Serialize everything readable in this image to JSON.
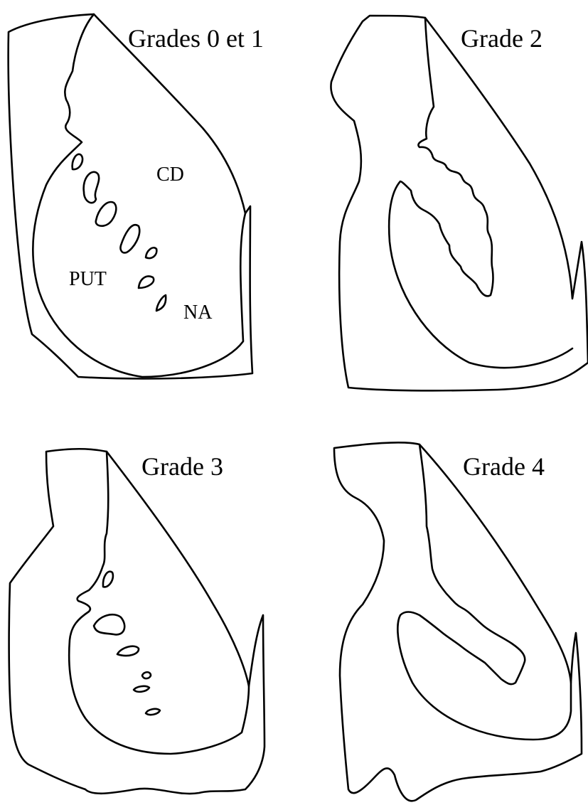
{
  "panels": [
    {
      "title": "Grades 0 et 1",
      "labels": {
        "caudate": "CD",
        "putamen": "PUT",
        "accumbens": "NA"
      }
    },
    {
      "title": "Grade 2"
    },
    {
      "title": "Grade 3"
    },
    {
      "title": "Grade 4"
    }
  ],
  "colors": {
    "line": "#000000",
    "background": "#ffffff"
  }
}
